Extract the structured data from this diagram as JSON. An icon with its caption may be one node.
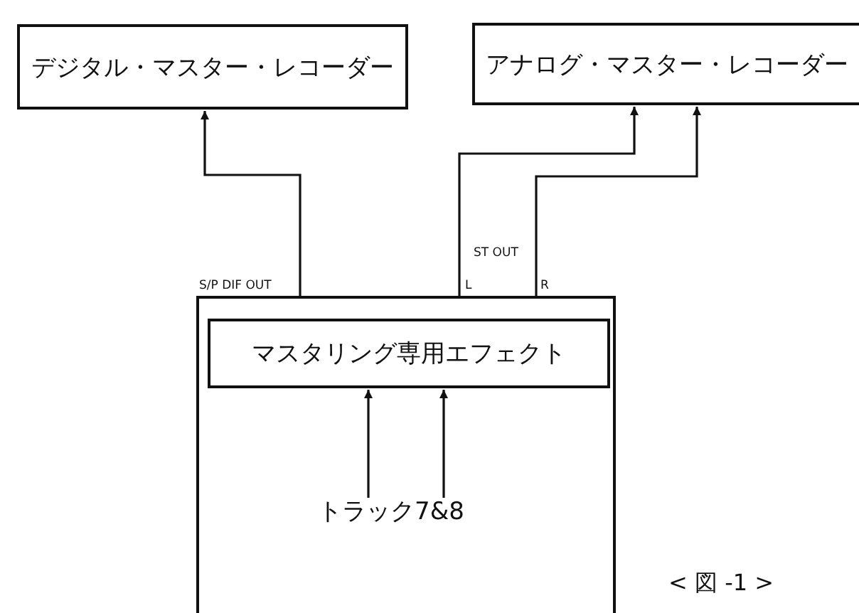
{
  "diagram": {
    "caption": "< 図 -1 >",
    "nodes": [
      {
        "text": [
          "デジタル・マスター・レコーダー"
        ]
      },
      {
        "text": [
          "アナログ・マスター・レコーダー"
        ]
      },
      {
        "text": [],
        "shape": "box"
      },
      {
        "text": [
          "マスタリング専用エフェクト"
        ],
        "in": 2
      },
      {
        "text": [
          "トラック7&8"
        ],
        "in": 2
      }
    ],
    "edges": [
      {
        "from": 2,
        "to": 0,
        "arrow": "to",
        "label": "S/P DIF OUT"
      },
      {
        "from": 2,
        "to": 1,
        "arrow": "to",
        "label": "L"
      },
      {
        "from": 2,
        "to": 1,
        "arrow": "to",
        "label": "R"
      },
      {
        "from": 4,
        "to": 3,
        "arrow": "to"
      },
      {
        "from": 4,
        "to": 3,
        "arrow": "to"
      }
    ],
    "labels": [
      "ST OUT"
    ]
  }
}
